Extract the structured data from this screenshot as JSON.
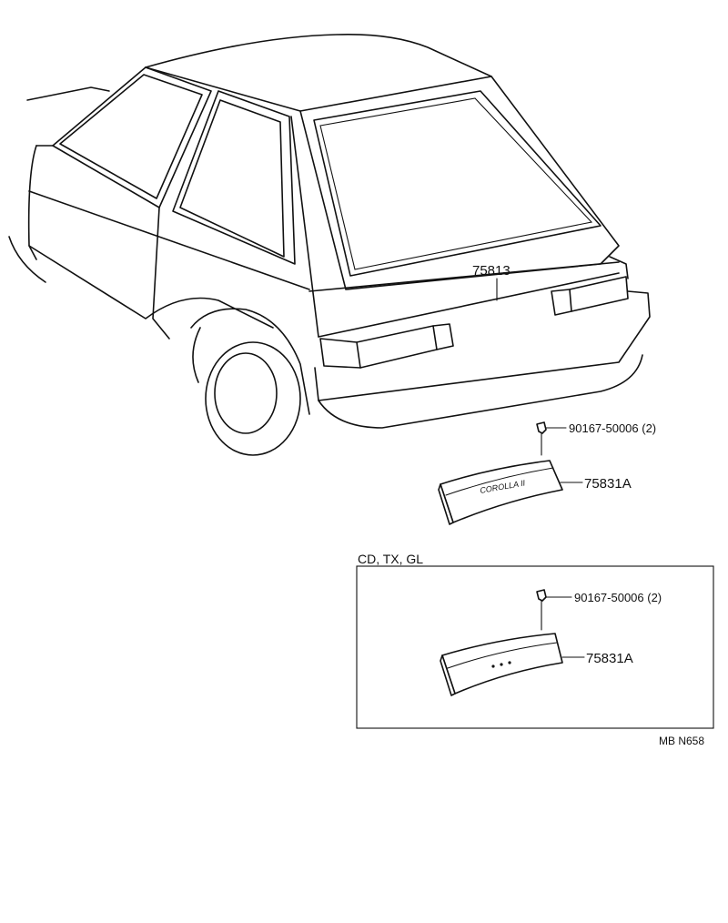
{
  "diagram": {
    "drawing_code": "MB N658",
    "main_callouts": {
      "back_door_garnish": "75813",
      "screw": "90167-50006 (2)",
      "plate": "75831A",
      "plate_emblem": "COROLLA II"
    },
    "variant_box": {
      "title": "CD, TX, GL",
      "screw": "90167-50006 (2)",
      "plate": "75831A"
    },
    "colors": {
      "line": "#111111",
      "background": "#ffffff"
    }
  }
}
